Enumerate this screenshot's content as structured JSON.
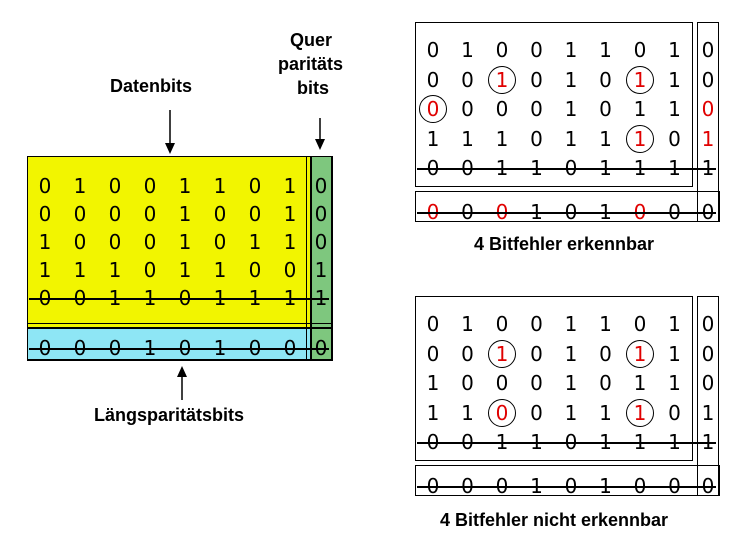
{
  "labels": {
    "datenbits": "Datenbits",
    "quer_line1": "Quer",
    "quer_line2": "paritäts",
    "quer_line3": "bits",
    "laengs": "Längsparitätsbits",
    "caption_top": "4 Bitfehler erkennbar",
    "caption_bottom": "4 Bitfehler nicht erkennbar"
  },
  "colors": {
    "data_fill": "#f2f500",
    "row_parity_fill": "#7ec77e",
    "col_parity_fill": "#8ee6f5",
    "error_red": "#e00000"
  },
  "left_grid": {
    "data_rows": [
      [
        "0",
        "1",
        "0",
        "0",
        "1",
        "1",
        "0",
        "1"
      ],
      [
        "0",
        "0",
        "0",
        "0",
        "1",
        "0",
        "0",
        "1"
      ],
      [
        "1",
        "0",
        "0",
        "0",
        "1",
        "0",
        "1",
        "1"
      ],
      [
        "1",
        "1",
        "1",
        "0",
        "1",
        "1",
        "0",
        "0"
      ],
      [
        "0",
        "0",
        "1",
        "1",
        "0",
        "1",
        "1",
        "1"
      ]
    ],
    "row_parity": [
      "0",
      "0",
      "0",
      "1",
      "1"
    ],
    "col_parity_row": [
      "0",
      "0",
      "0",
      "1",
      "0",
      "1",
      "0",
      "0"
    ],
    "corner": "0"
  },
  "top_right_grid": {
    "data_rows": [
      [
        "0",
        "1",
        "0",
        "0",
        "1",
        "1",
        "0",
        "1"
      ],
      [
        "0",
        "0",
        "1",
        "0",
        "1",
        "0",
        "1",
        "1"
      ],
      [
        "0",
        "0",
        "0",
        "0",
        "1",
        "0",
        "1",
        "1"
      ],
      [
        "1",
        "1",
        "1",
        "0",
        "1",
        "1",
        "1",
        "0"
      ],
      [
        "0",
        "0",
        "1",
        "1",
        "0",
        "1",
        "1",
        "1"
      ]
    ],
    "row_parity": [
      "0",
      "0",
      "0",
      "1",
      "1"
    ],
    "col_parity_row": [
      "0",
      "0",
      "0",
      "1",
      "0",
      "1",
      "0",
      "0"
    ],
    "corner": "0",
    "red_cells": [
      [
        1,
        2
      ],
      [
        1,
        6
      ],
      [
        2,
        0
      ],
      [
        3,
        6
      ]
    ],
    "red_row_parity": [
      2,
      3
    ],
    "red_col_parity": [
      0,
      2,
      6
    ]
  },
  "bottom_right_grid": {
    "data_rows": [
      [
        "0",
        "1",
        "0",
        "0",
        "1",
        "1",
        "0",
        "1"
      ],
      [
        "0",
        "0",
        "1",
        "0",
        "1",
        "0",
        "1",
        "1"
      ],
      [
        "1",
        "0",
        "0",
        "0",
        "1",
        "0",
        "1",
        "1"
      ],
      [
        "1",
        "1",
        "0",
        "0",
        "1",
        "1",
        "1",
        "0"
      ],
      [
        "0",
        "0",
        "1",
        "1",
        "0",
        "1",
        "1",
        "1"
      ]
    ],
    "row_parity": [
      "0",
      "0",
      "0",
      "1",
      "1"
    ],
    "col_parity_row": [
      "0",
      "0",
      "0",
      "1",
      "0",
      "1",
      "0",
      "0"
    ],
    "corner": "0",
    "red_cells": [
      [
        1,
        2
      ],
      [
        1,
        6
      ],
      [
        3,
        2
      ],
      [
        3,
        6
      ]
    ]
  }
}
